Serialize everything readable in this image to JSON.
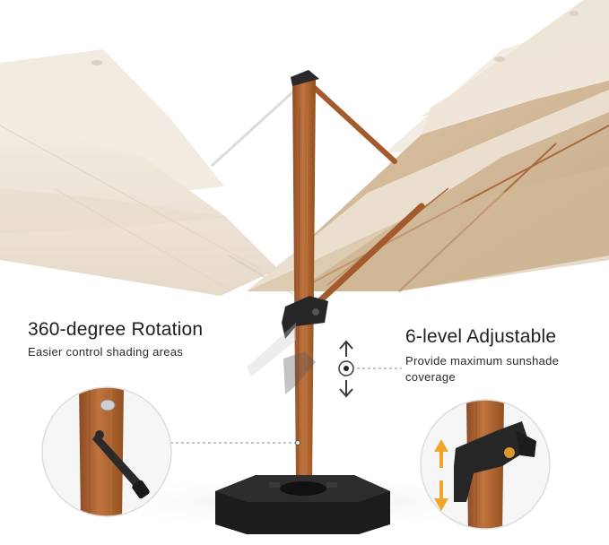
{
  "callouts": {
    "rotation": {
      "title": "360-degree Rotation",
      "subtitle": "Easier control shading areas"
    },
    "adjustable": {
      "title": "6-level Adjustable",
      "subtitle": "Provide maximum sunshade coverage"
    }
  },
  "colors": {
    "canopy": "#efe5d8",
    "canopy_shadow": "#d8c8b2",
    "canopy_dark": "#c7ae90",
    "pole_wood": "#a3582c",
    "pole_wood_light": "#c0743f",
    "base": "#1c1c1c",
    "arrow_orange": "#f2a32a",
    "dashed_line": "#8a8a8a"
  },
  "icons": [
    "up-arrow-icon",
    "target-icon",
    "down-arrow-icon",
    "adjust-arrows-icon"
  ]
}
